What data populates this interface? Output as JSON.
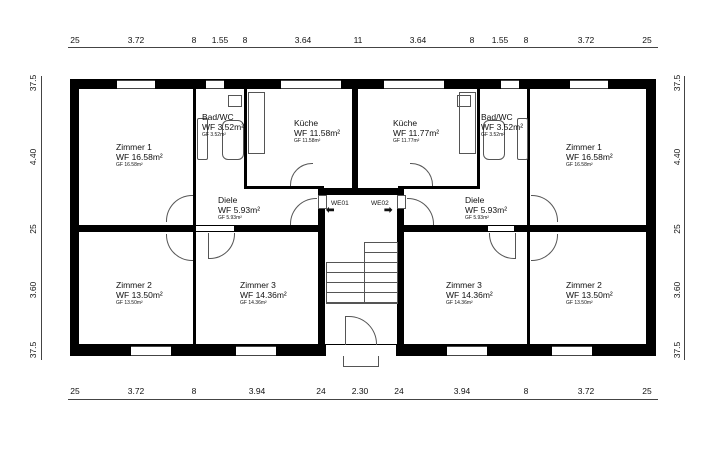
{
  "dimensions": {
    "top": [
      "25",
      "3.72",
      "8",
      "1.55",
      "8",
      "3.64",
      "11",
      "3.64",
      "8",
      "1.55",
      "8",
      "3.72",
      "25"
    ],
    "bottom": [
      "25",
      "3.72",
      "8",
      "3.94",
      "24",
      "2.30",
      "24",
      "3.94",
      "8",
      "3.72",
      "25"
    ],
    "left": [
      "37.5",
      "4.40",
      "25",
      "3.60",
      "37.5"
    ],
    "right": [
      "37.5",
      "4.40",
      "25",
      "3.60",
      "37.5"
    ]
  },
  "rooms": {
    "l_zimmer1": {
      "name": "Zimmer 1",
      "wf": "WF 16.58m²",
      "gf": "GF 16.58m²"
    },
    "l_bad": {
      "name": "Bad/WC",
      "wf": "WF 3.52m²",
      "gf": "GF 3.52m²"
    },
    "l_kueche": {
      "name": "Küche",
      "wf": "WF 11.58m²",
      "gf": "GF 11.58m²"
    },
    "l_diele": {
      "name": "Diele",
      "wf": "WF 5.93m²",
      "gf": "GF 5.93m²"
    },
    "l_zimmer2": {
      "name": "Zimmer 2",
      "wf": "WF 13.50m²",
      "gf": "GF 13.50m²"
    },
    "l_zimmer3": {
      "name": "Zimmer 3",
      "wf": "WF 14.36m²",
      "gf": "GF 14.36m²"
    },
    "r_kueche": {
      "name": "Küche",
      "wf": "WF 11.77m²",
      "gf": "GF 11.77m²"
    },
    "r_bad": {
      "name": "Bad/WC",
      "wf": "WF 3.52m²",
      "gf": "GF 3.52m²"
    },
    "r_zimmer1": {
      "name": "Zimmer 1",
      "wf": "WF 16.58m²",
      "gf": "GF 16.58m²"
    },
    "r_diele": {
      "name": "Diele",
      "wf": "WF 5.93m²",
      "gf": "GF 5.93m²"
    },
    "r_zimmer3": {
      "name": "Zimmer 3",
      "wf": "WF 14.36m²",
      "gf": "GF 14.36m²"
    },
    "r_zimmer2": {
      "name": "Zimmer 2",
      "wf": "WF 13.50m²",
      "gf": "GF 13.50m²"
    }
  },
  "units": {
    "we01": "WE01",
    "we02": "WE02"
  }
}
